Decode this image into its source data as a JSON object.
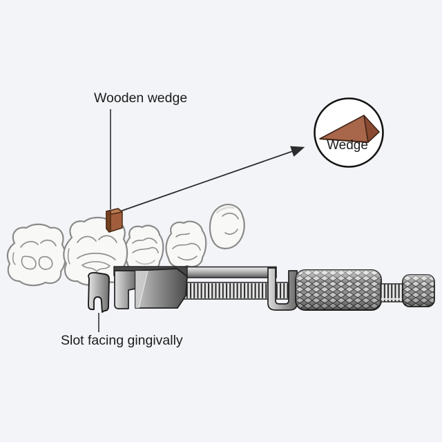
{
  "figure": {
    "labels": {
      "wooden_wedge": "Wooden wedge",
      "wedge": "Wedge",
      "slot": "Slot facing gingivally"
    },
    "illustration": {
      "teeth_count": 5,
      "callout_shape": "circle",
      "instrument": "matrix-band-retainer"
    },
    "colors": {
      "background": "#f3f4f8",
      "wedge_face": "#a8664a",
      "wedge_side": "#8a4a32",
      "wedge_outline": "#3f2416",
      "tooth_fill": "#f8f8f6",
      "tooth_outline": "#8a8a8a",
      "metal_light": "#d9d9d9",
      "metal_dark": "#3c3c3c",
      "line": "#333333",
      "text": "#1b1b1b",
      "callout_fill": "#ffffff"
    }
  }
}
